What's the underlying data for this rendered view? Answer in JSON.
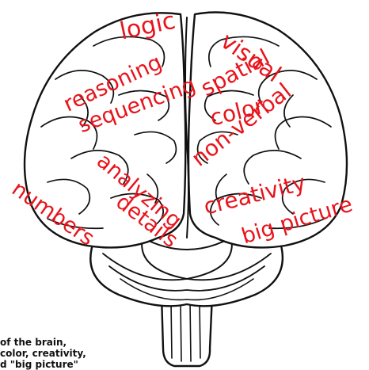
{
  "accent_color": "#e8141c",
  "line_color": "#111111",
  "image": {
    "subject": "brain",
    "icon": "brain-icon"
  },
  "left_hemisphere": {
    "words": [
      "logic",
      "reasoning",
      "sequencing",
      "analyzing",
      "numbers",
      "details"
    ]
  },
  "right_hemisphere": {
    "words": [
      "visual",
      "spatial",
      "color",
      "non-verbal",
      "creativity",
      "big picture"
    ]
  },
  "caption": {
    "line1": "of the brain,",
    "line2": "color, creativity,",
    "line3": "d \"big picture\""
  }
}
